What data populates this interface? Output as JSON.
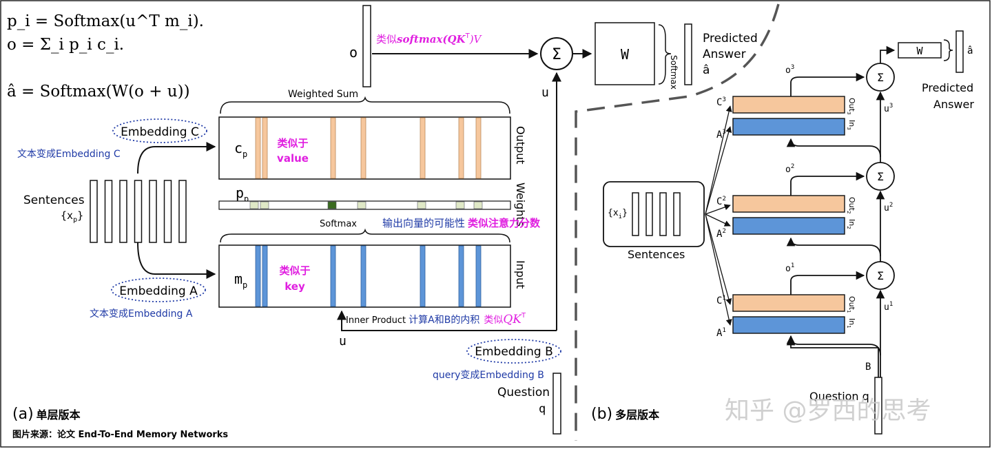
{
  "formulas": {
    "line1": "p_i = Softmax(u^T m_i).",
    "line2": "o = Σ_i p_i c_i.",
    "line3": "â = Softmax(W(o + u))"
  },
  "colors": {
    "line": "#111111",
    "embed_text": "#1f3aa6",
    "magenta": "#e01fe0",
    "orange_fill": "#f6c79d",
    "blue_fill": "#5d95d8",
    "weight_dark": "#3a6b1f",
    "weight_light": "#dfe8c6",
    "dashed": "#555555"
  },
  "left": {
    "formula_p": "p",
    "sub_i": "i",
    "output_vec_label": "o",
    "similar_softmax": "类似",
    "similar_softmax_formula": "softmax(QK",
    "similar_softmax_sup": "T",
    "similar_softmax_end": ")V",
    "sigma": "Σ",
    "w_box": "W",
    "softmax_label": "Softmax",
    "predicted": "Predicted",
    "answer": "Answer",
    "a_hat": "â",
    "u_label": "u",
    "weighted_sum": "Weighted Sum",
    "embedding_c": "Embedding C",
    "embedding_c_cn": "文本变成Embedding C",
    "c_label": "c",
    "value_line1": "类似于",
    "value_line2": "value",
    "output_label": "Output",
    "p_label": "p",
    "weights_label": "Weights",
    "sentences": "Sentences",
    "x_set": "{x",
    "x_set_end": "}",
    "softmax_label2": "Softmax",
    "output_prob_cn": "输出向量的可能性",
    "attention_cn": "类似注意力分数",
    "embedding_a": "Embedding A",
    "embedding_a_cn": "文本变成Embedding A",
    "m_label": "m",
    "key_line1": "类似于",
    "key_line2": "key",
    "input_label": "Input",
    "inner_product": "Inner Product",
    "inner_product_cn": "计算A和B的内积",
    "similar_qk": "类似",
    "similar_qk_formula": "QK",
    "similar_qk_sup": "T",
    "u_label2": "u",
    "embedding_b": "Embedding B",
    "embedding_b_cn": "query变成Embedding B",
    "question": "Question",
    "q_label": "q",
    "caption_a_letter": "(a)",
    "caption_a": "单层版本",
    "source": "图片来源：论文 End-To-End Memory Networks"
  },
  "right": {
    "w_box": "W",
    "a_hat": "â",
    "predicted": "Predicted",
    "answer": "Answer",
    "sigma": "Σ",
    "layers": [
      {
        "o": "o",
        "sup": "3",
        "c": "C",
        "a": "A",
        "u": "u",
        "out": "Out",
        "in": "In",
        "sub": "3"
      },
      {
        "o": "o",
        "sup": "2",
        "c": "C",
        "a": "A",
        "u": "u",
        "out": "Out",
        "in": "In",
        "sub": "2"
      },
      {
        "o": "o",
        "sup": "1",
        "c": "C",
        "a": "A",
        "u": "u",
        "out": "Out",
        "in": "In",
        "sub": "1"
      }
    ],
    "x_set": "{x",
    "x_sub": "i",
    "x_set_end": "}",
    "sentences": "Sentences",
    "b_label": "B",
    "question": "Question q",
    "caption_b_letter": "(b)",
    "caption_b": "多层版本"
  },
  "watermark": "知乎 @罗西的思考"
}
